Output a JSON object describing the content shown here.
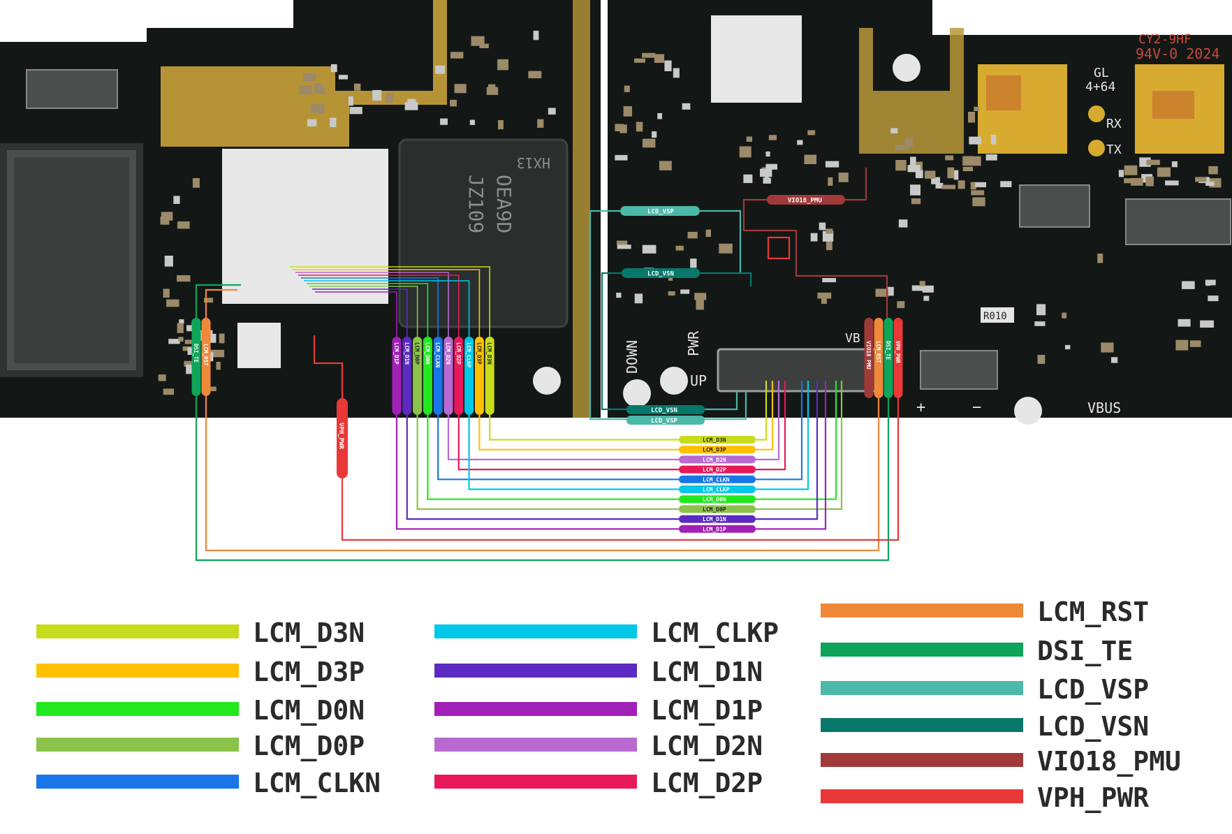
{
  "board": {
    "markings": {
      "rev_top": "CY2-9HF",
      "rev_code": "94V-0 2024",
      "memory": "GL",
      "memory_size": "4+64",
      "rx": "RX",
      "tx": "TX",
      "chip_line1": "HX13",
      "chip_line2": "OEA9D",
      "chip_line3": "JZ109",
      "down": "DOWN",
      "pwr": "PWR",
      "up": "UP",
      "vb": "VB",
      "vbus": "VBUS",
      "plus": "+",
      "minus": "−",
      "r_label": "R010"
    }
  },
  "nets": {
    "LCM_D3N": "LCM_D3N",
    "LCM_D3P": "LCM_D3P",
    "LCM_D2N": "LCM_D2N",
    "LCM_D2P": "LCM_D2P",
    "LCM_CLKN": "LCM_CLKN",
    "LCM_CLKP": "LCM_CLKP",
    "LCM_D0N": "LCM_D0N",
    "LCM_D0P": "LCM_D0P",
    "LCM_D1N": "LCM_D1N",
    "LCM_D1P": "LCM_D1P",
    "DSI_TE": "DSI_TE",
    "LCM_RST": "LCM_RST",
    "VPH_PWR": "VPH_PWR",
    "LCD_VSP": "LCD_VSP",
    "LCD_VSN": "LCD_VSN",
    "VIO18_PMU": "VIO18_PMU",
    "VIO18_PMU_short": "VIO18 PMU"
  },
  "colors": {
    "LCM_D3N": "#c8dc1e",
    "LCM_D3P": "#ffc000",
    "LCM_D0N": "#22e81e",
    "LCM_D0P": "#8bc34a",
    "LCM_CLKN": "#1976e8",
    "LCM_CLKP": "#00c8e8",
    "LCM_D1N": "#5b2bc2",
    "LCM_D1P": "#a020b8",
    "LCM_D2N": "#b86ad0",
    "LCM_D2P": "#e8185a",
    "LCM_RST": "#f0883a",
    "DSI_TE": "#0ea55a",
    "LCD_VSP": "#4cb8a8",
    "LCD_VSN": "#08786a",
    "VIO18_PMU": "#a03a3a",
    "VPH_PWR": "#e83838",
    "board": "#141817"
  },
  "legend": {
    "col1": [
      {
        "net": "LCM_D3N",
        "label": "LCM_D3N"
      },
      {
        "net": "LCM_D3P",
        "label": "LCM_D3P"
      },
      {
        "net": "LCM_D0N",
        "label": "LCM_D0N"
      },
      {
        "net": "LCM_D0P",
        "label": "LCM_D0P"
      },
      {
        "net": "LCM_CLKN",
        "label": "LCM_CLKN"
      }
    ],
    "col2": [
      {
        "net": "LCM_CLKP",
        "label": "LCM_CLKP"
      },
      {
        "net": "LCM_D1N",
        "label": "LCM_D1N"
      },
      {
        "net": "LCM_D1P",
        "label": "LCM_D1P"
      },
      {
        "net": "LCM_D2N",
        "label": "LCM_D2N"
      },
      {
        "net": "LCM_D2P",
        "label": "LCM_D2P"
      }
    ],
    "col3": [
      {
        "net": "LCM_RST",
        "label": "LCM_RST"
      },
      {
        "net": "DSI_TE",
        "label": "DSI_TE"
      },
      {
        "net": "LCD_VSP",
        "label": "LCD_VSP"
      },
      {
        "net": "LCD_VSN",
        "label": "LCD_VSN"
      },
      {
        "net": "VIO18_PMU",
        "label": "VIO18_PMU"
      },
      {
        "net": "VPH_PWR",
        "label": "VPH_PWR"
      }
    ]
  },
  "soc_pins": [
    "LCM_D1P",
    "LCM_D1N",
    "LCM_D0P",
    "LCM_D0N",
    "LCM_CLKN",
    "LCM_D2N",
    "LCM_D2P",
    "LCM_CLKP",
    "LCM_D3P",
    "LCM_D3N"
  ],
  "fpc_pins": [
    "VIO18_PMU",
    "LCM_RST",
    "DSI_TE",
    "VPH_PWR"
  ],
  "left_pins": [
    "DSI_TE",
    "LCM_RST"
  ],
  "bus_labels": [
    "LCM_D3N",
    "LCM_D3P",
    "LCM_D2N",
    "LCM_D2P",
    "LCM_CLKN",
    "LCM_CLKP",
    "LCM_D0N",
    "LCM_D0P",
    "LCM_D1N",
    "LCM_D1P"
  ]
}
